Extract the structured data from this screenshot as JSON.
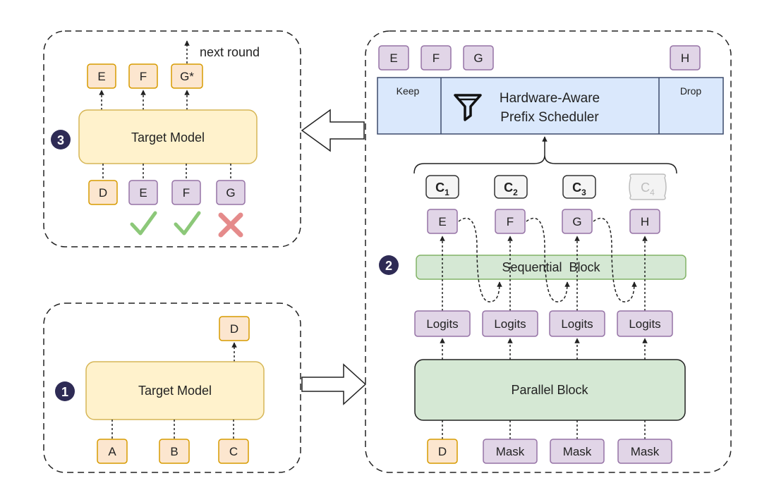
{
  "panel3": {
    "badge": "3",
    "outputs": [
      "E",
      "F",
      "G*"
    ],
    "next_round": "next round",
    "model": "Target Model",
    "inputs": [
      "D",
      "E",
      "F",
      "G"
    ],
    "checks": [
      "check-icon",
      "check-icon",
      "cross-icon"
    ]
  },
  "panel1": {
    "badge": "1",
    "output": "D",
    "model": "Target Model",
    "inputs": [
      "A",
      "B",
      "C"
    ]
  },
  "panel2": {
    "badge": "2",
    "top_tokens": [
      "E",
      "F",
      "G",
      "H"
    ],
    "scheduler": {
      "keep": "Keep",
      "line1": "Hardware-Aware",
      "line2": "Prefix Scheduler",
      "drop": "Drop",
      "icon": "funnel-icon"
    },
    "candidates": [
      {
        "base": "C",
        "sub": "1"
      },
      {
        "base": "C",
        "sub": "2"
      },
      {
        "base": "C",
        "sub": "3"
      },
      {
        "base": "C",
        "sub": "4"
      }
    ],
    "outputs": [
      "E",
      "F",
      "G",
      "H"
    ],
    "sequential": "Sequential  Block",
    "logits": [
      "Logits",
      "Logits",
      "Logits",
      "Logits"
    ],
    "parallel": "Parallel Block",
    "inputs": [
      "D",
      "Mask",
      "Mask",
      "Mask"
    ]
  },
  "colors": {
    "orange_fill": "#fce6cf",
    "orange_stroke": "#d79b00",
    "purple_fill": "#e1d5e7",
    "purple_stroke": "#9673a6",
    "yellow_fill": "#fff2cc",
    "yellow_stroke": "#d6b656",
    "green_fill": "#d5e8d4",
    "green_stroke": "#82b366",
    "blue_fill": "#dae8fc",
    "blue_stroke": "#3c4a6b",
    "badge": "#2e2b55",
    "check": "#8cc879",
    "cross": "#e58b8b"
  }
}
